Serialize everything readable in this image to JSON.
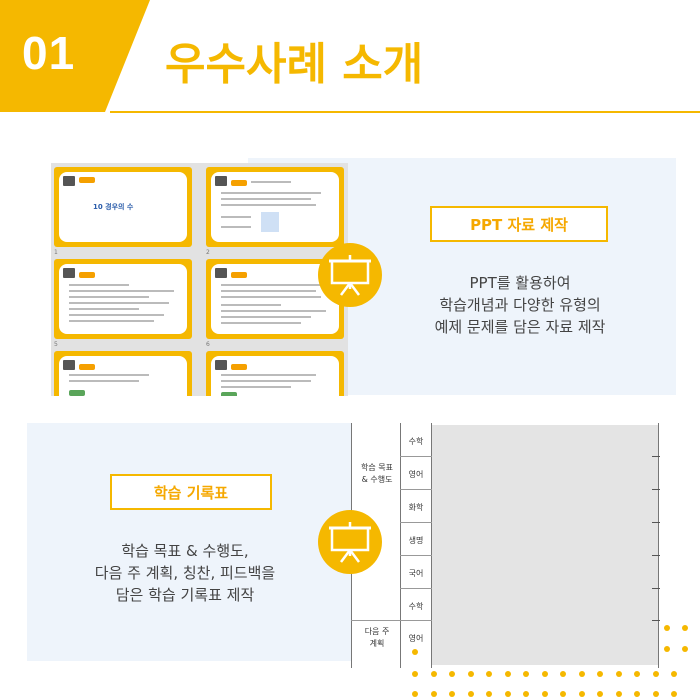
{
  "header": {
    "number": "01",
    "title": "우수사례 소개"
  },
  "section1": {
    "label": "PPT 자료 제작",
    "description": [
      "PPT를 활용하여",
      "학습개념과 다양한 유형의",
      "예제 문제를 담은 자료 제작"
    ],
    "icon": "presentation-board-icon",
    "slides": [
      {
        "num": "1",
        "title": "10 경우의 수"
      },
      {
        "num": "2"
      },
      {
        "num": "5"
      },
      {
        "num": "6"
      },
      {
        "num": ""
      },
      {
        "num": ""
      }
    ]
  },
  "section2": {
    "label": "학습 기록표",
    "description": [
      "학습 목표 & 수행도,",
      "다음 주 계획, 칭찬, 피드백을",
      "담은 학습 기록표 제작"
    ],
    "icon": "presentation-board-icon",
    "table": {
      "group1": "학습 목표\n& 수행도",
      "group2": "다음 주\n계획",
      "subjects": [
        "수학",
        "영어",
        "화학",
        "생명",
        "국어",
        "수학",
        "영어"
      ]
    }
  },
  "colors": {
    "accent": "#F5B800",
    "panel": "#EEF4FB",
    "text": "#444444"
  }
}
